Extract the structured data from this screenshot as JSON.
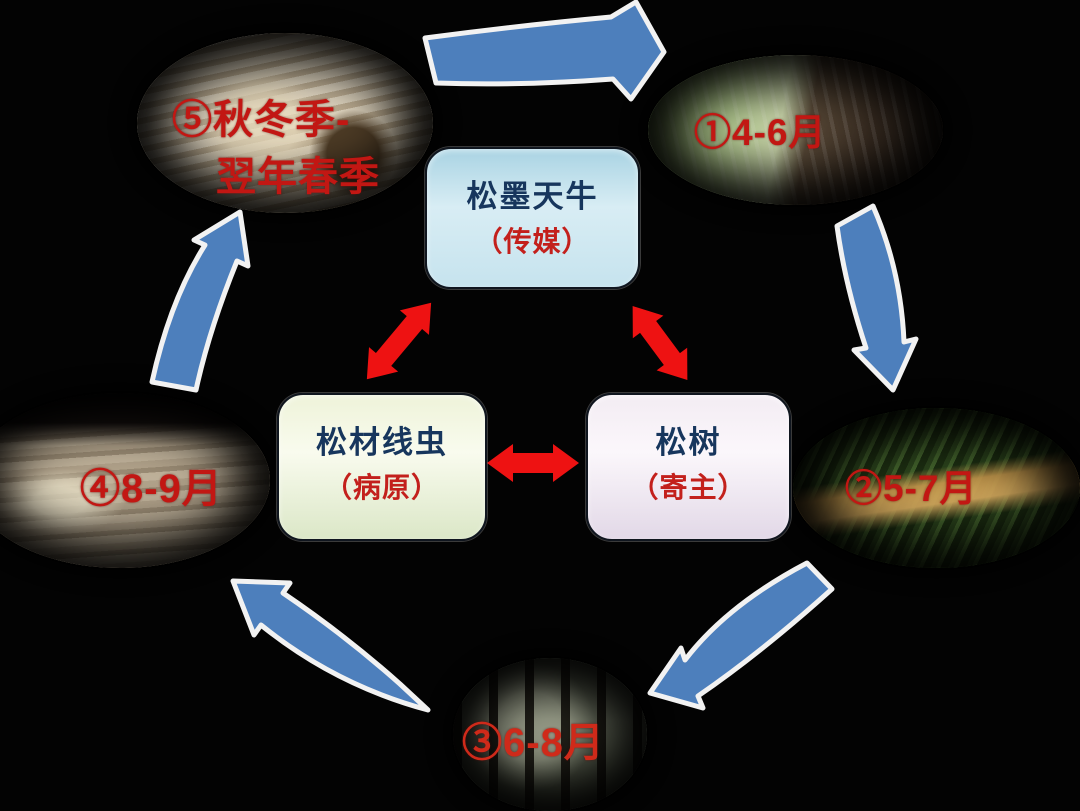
{
  "diagram": {
    "description": "pine-wilt-disease-cycle-diagram",
    "nodes": {
      "vector": {
        "title": "松墨天牛",
        "subtitle": "（传媒）"
      },
      "pathogen": {
        "title": "松材线虫",
        "subtitle": "（病原）"
      },
      "host": {
        "title": "松树",
        "subtitle": "（寄主）"
      }
    },
    "stages": {
      "s1": {
        "label": "①4-6月",
        "photo": "beetle-on-pine-bark"
      },
      "s2": {
        "label": "②5-7月",
        "photo": "pine-twig-feeding-damage"
      },
      "s3": {
        "label": "③6-8月",
        "photo": "pine-forest"
      },
      "s4": {
        "label": "④8-9月",
        "photo": "larvae-under-bark"
      },
      "s5": {
        "label_line1": "⑤秋冬季-",
        "label_line2": "翌年春季",
        "photo": "exit-hole-wood-shavings"
      }
    },
    "colors": {
      "background": "#000000",
      "cycle_arrow_fill": "#4d7fbc",
      "cycle_arrow_outline": "#f2f2f2",
      "relation_arrow": "#ee1212",
      "stage_label": "#c21713",
      "node_title": "#17365d",
      "node_subtitle": "#c3201c"
    }
  }
}
